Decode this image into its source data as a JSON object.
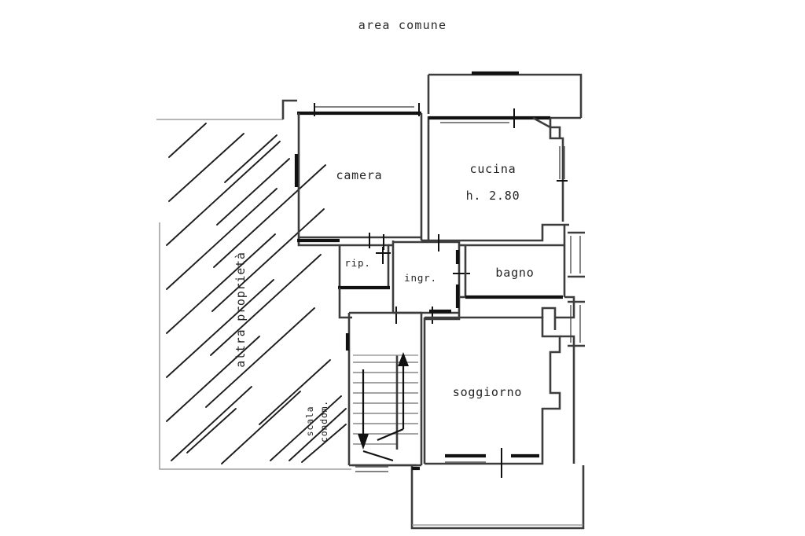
{
  "document": {
    "kind": "architectural-floor-plan",
    "title": "area comune",
    "language": "it"
  },
  "labels": {
    "header": "area comune",
    "camera": "camera",
    "cucina": "cucina",
    "cucina_height": "h. 2.80",
    "ripostiglio": "rip.",
    "ingresso": "ingr.",
    "bagno": "bagno",
    "soggiorno": "soggiorno",
    "altra_proprieta": "altra proprietà",
    "scala_line1": "scala",
    "scala_line2": "condom."
  },
  "rooms": [
    {
      "id": "camera",
      "label": "camera",
      "note": ""
    },
    {
      "id": "cucina",
      "label": "cucina",
      "note": "h. 2.80"
    },
    {
      "id": "ripostiglio",
      "label": "rip.",
      "note": ""
    },
    {
      "id": "ingresso",
      "label": "ingr.",
      "note": ""
    },
    {
      "id": "bagno",
      "label": "bagno",
      "note": ""
    },
    {
      "id": "soggiorno",
      "label": "soggiorno",
      "note": ""
    }
  ],
  "annotations": [
    {
      "id": "altra-proprieta",
      "text": "altra proprietà",
      "orientation": "vertical",
      "hatched": true
    },
    {
      "id": "scala-condominiale",
      "text": "scala condom.",
      "orientation": "vertical",
      "hatched": false
    },
    {
      "id": "area-comune",
      "text": "area comune",
      "orientation": "horizontal",
      "hatched": false
    }
  ],
  "colors": {
    "background": "#ffffff",
    "wall_heavy": "#111111",
    "wall_mid": "#3d3d3d",
    "wall_thin": "#5a5a5a",
    "wall_light": "#8c8c8c",
    "text": "#242424",
    "hatch": "#1d1d1d"
  }
}
